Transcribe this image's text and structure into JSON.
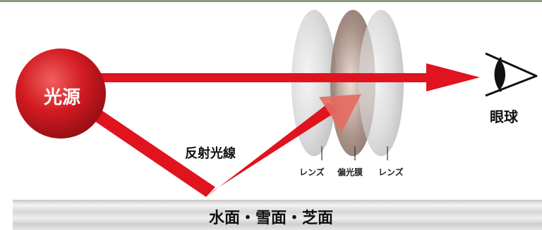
{
  "labels": {
    "light_source": "光源",
    "eyeball": "眼球",
    "reflected_light": "反射光線",
    "lens_left": "レンズ",
    "polarizing_film": "偏光膜",
    "lens_right": "レンズ",
    "surfaces": "水面・雪面・芝面"
  },
  "colors": {
    "ray": "#e0141e",
    "source": "#d21a22",
    "ground_band": "#dcdcdc"
  },
  "icons": {
    "eye": "eye-icon"
  }
}
